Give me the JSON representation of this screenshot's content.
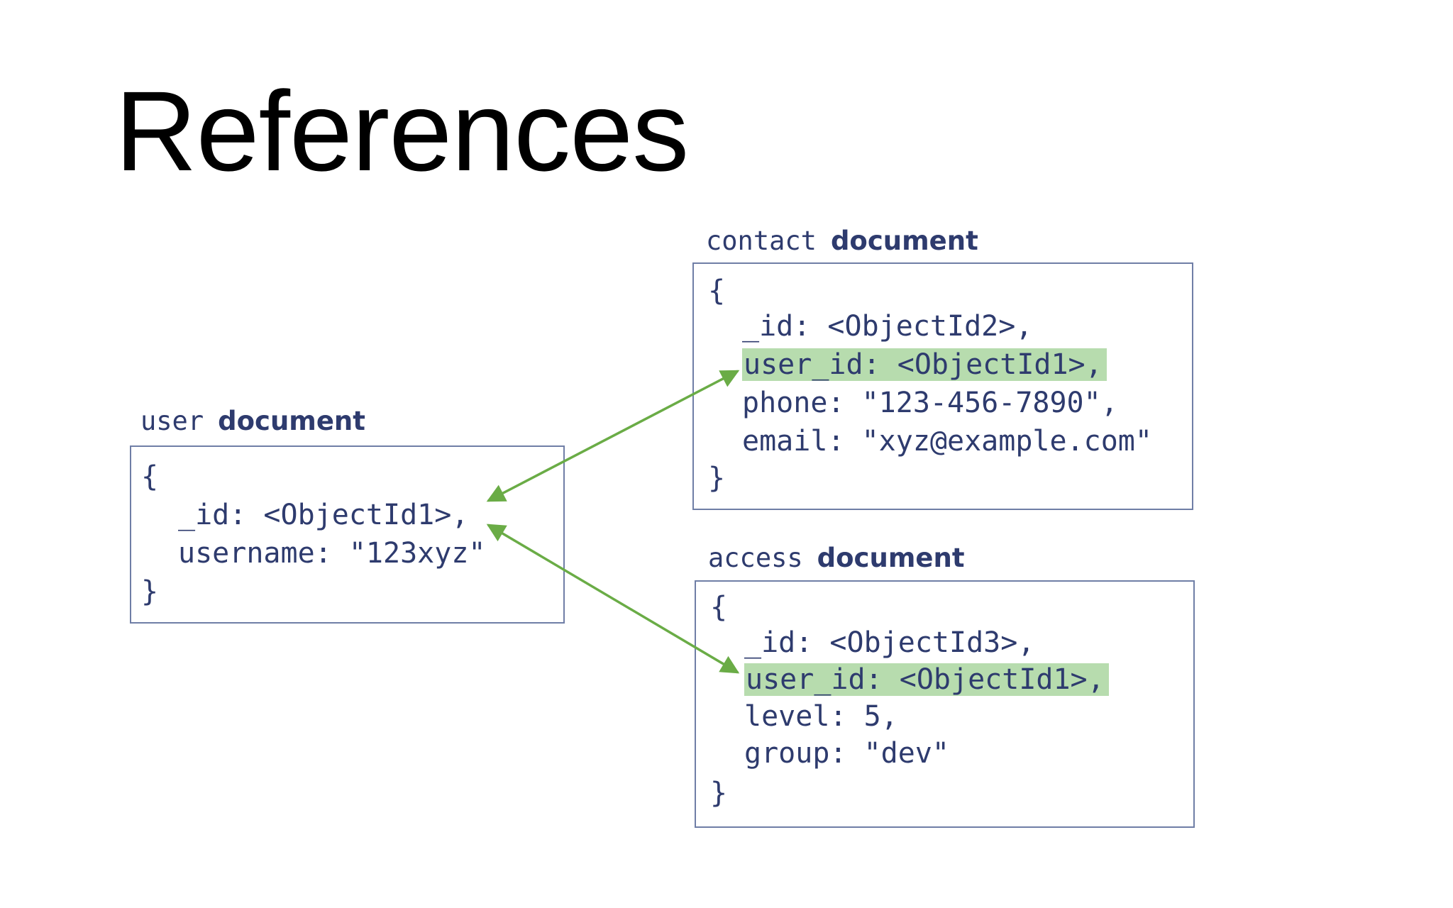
{
  "title": "References",
  "colors": {
    "text": "#2e3b6e",
    "border": "#6f7ea6",
    "highlight": "#b7dcae",
    "arrow": "#6aac46"
  },
  "user_doc": {
    "label_code": "user",
    "label_word": "document",
    "open": "{",
    "id_line": "_id: <ObjectId1>,",
    "username_line": "username: \"123xyz\"",
    "close": "}"
  },
  "contact_doc": {
    "label_code": "contact",
    "label_word": "document",
    "open": "{",
    "id_line": "_id: <ObjectId2>,",
    "user_id_line": "user_id: <ObjectId1>,",
    "phone_line": "phone: \"123-456-7890\",",
    "email_line": "email: \"xyz@example.com\"",
    "close": "}"
  },
  "access_doc": {
    "label_code": "access",
    "label_word": "document",
    "open": "{",
    "id_line": "_id: <ObjectId3>,",
    "user_id_line": "user_id: <ObjectId1>,",
    "level_line": "level: 5,",
    "group_line": "group: \"dev\"",
    "close": "}"
  }
}
